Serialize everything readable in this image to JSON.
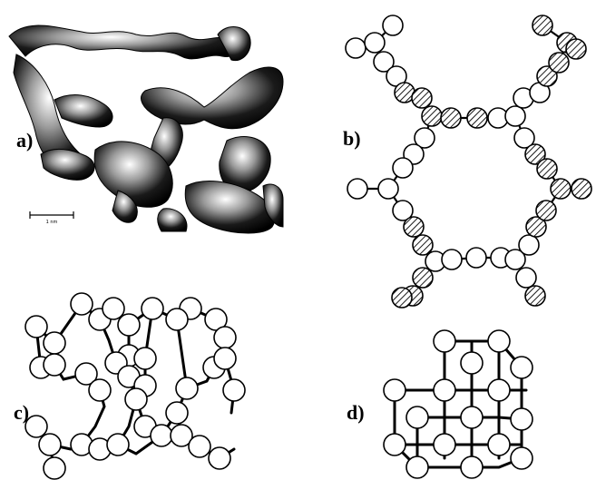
{
  "labels": {
    "a": "a)",
    "b": "b)",
    "c": "c)",
    "d": "d)"
  },
  "scale_bar": {
    "text": "1 nm"
  },
  "colors": {
    "ink": "#000000",
    "paper": "#ffffff"
  }
}
